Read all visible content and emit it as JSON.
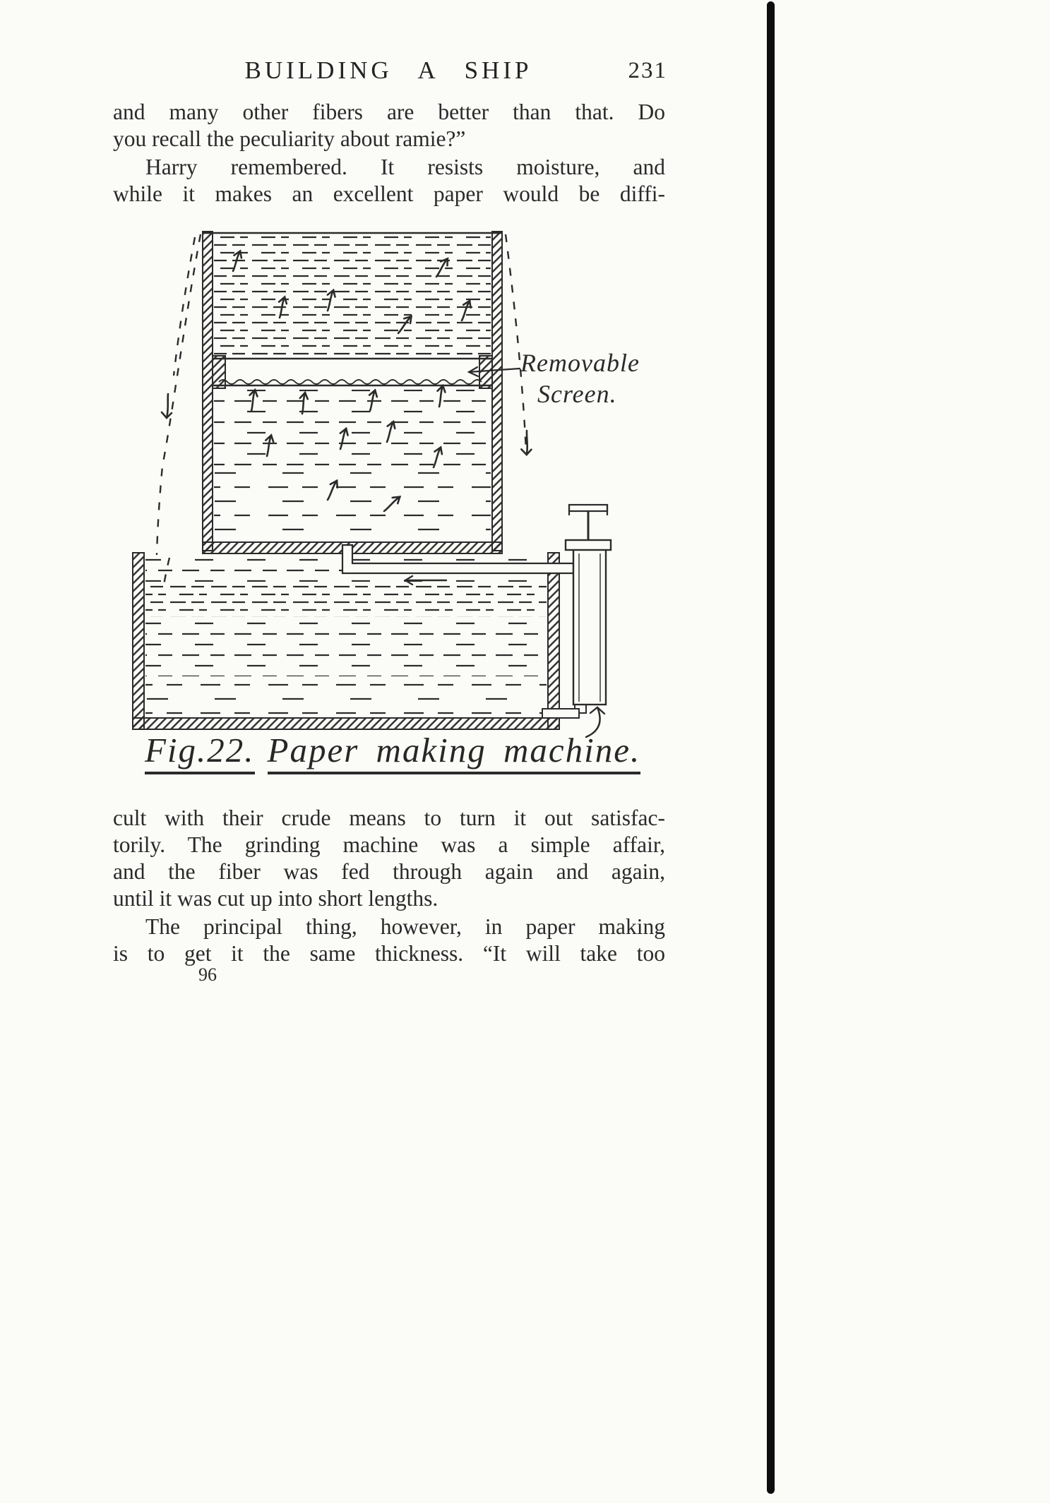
{
  "colors": {
    "ink": "#2b2b2b",
    "paper": "#fbfbf8",
    "binding_edge": "#0d0d0d"
  },
  "header": {
    "title": "BUILDING A SHIP",
    "page_number": "231"
  },
  "body": {
    "p1": {
      "l1": "and many other fibers are better than that.  Do",
      "l2": "you recall the peculiarity about ramie?”"
    },
    "p2": {
      "l1": "Harry remembered.  It resists moisture, and",
      "l2": "while it makes an excellent paper would be diffi-"
    },
    "p3": {
      "l1": "cult with their crude means to turn it out satisfac-",
      "l2": "torily.  The grinding machine was a simple affair,",
      "l3": "and the fiber was fed through again and again,",
      "l4": "until it was cut up into short lengths."
    },
    "p4": {
      "l1": "The principal thing, however, in paper making",
      "l2": "is to get it the same thickness.  “It will take too"
    }
  },
  "figure": {
    "screen_label_l1": "Removable",
    "screen_label_l2": "Screen.",
    "caption_fig": "Fig.22.",
    "caption_text": "Paper making machine."
  },
  "footer": {
    "signature_mark": "96"
  }
}
